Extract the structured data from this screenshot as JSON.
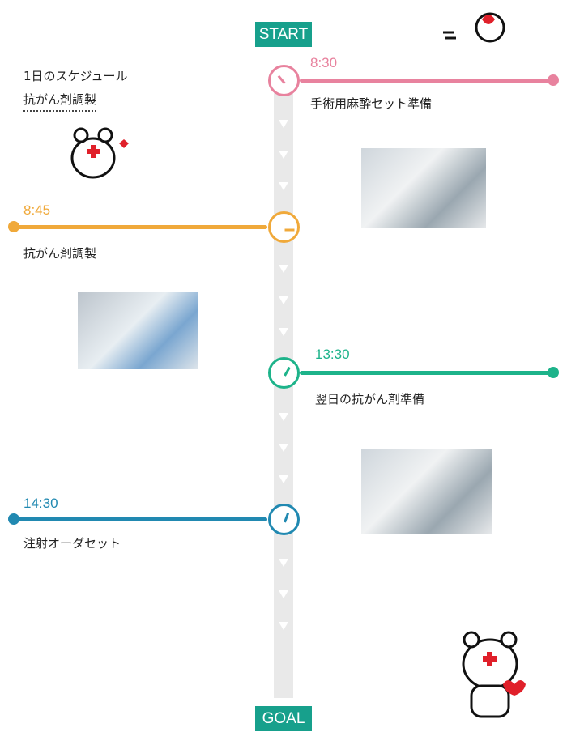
{
  "start_label": "START",
  "goal_label": "GOAL",
  "intro": {
    "heading": "1日のスケジュール",
    "title": "抗がん剤調製"
  },
  "events": [
    {
      "time": "8:30",
      "task": "手術用麻酔セット準備",
      "color": "#e8829e"
    },
    {
      "time": "8:45",
      "task": "抗がん剤調製",
      "color": "#f0a93a"
    },
    {
      "time": "13:30",
      "task": "翌日の抗がん剤準備",
      "color": "#1db38a"
    },
    {
      "time": "14:30",
      "task": "注射オーダセット",
      "color": "#2189b1"
    }
  ],
  "colors": {
    "accent": "#17a08c"
  }
}
